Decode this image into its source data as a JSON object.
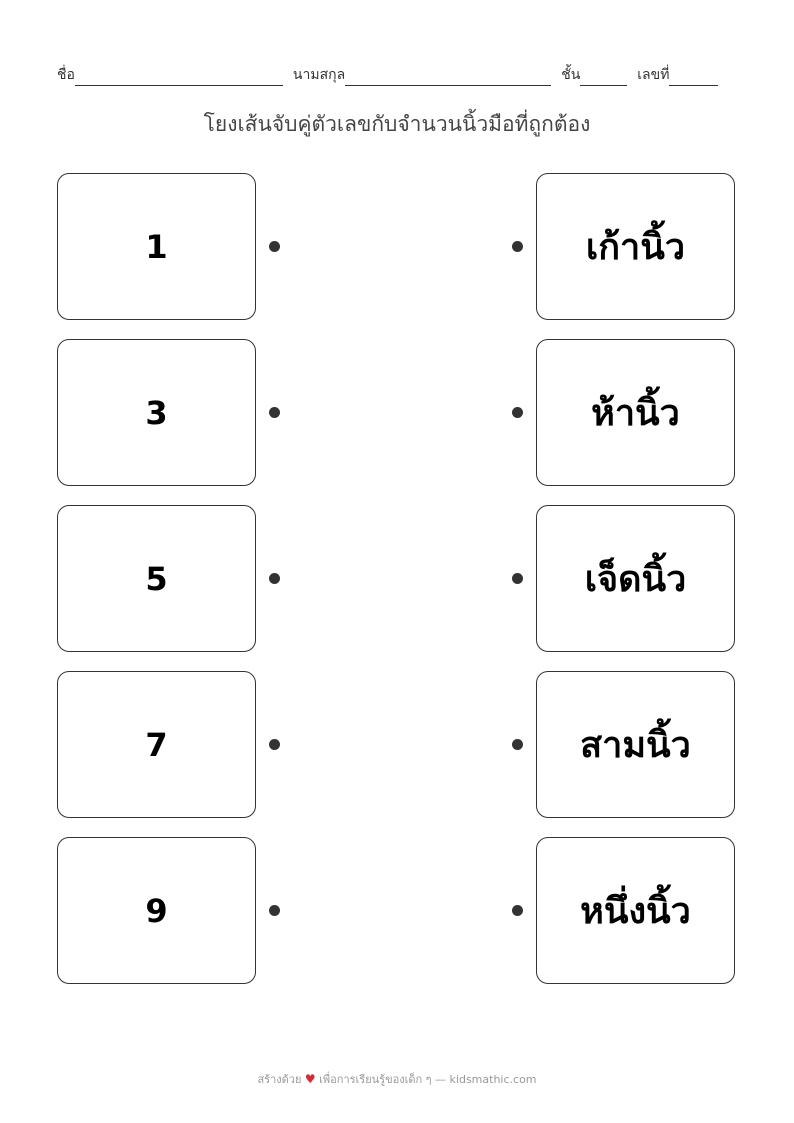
{
  "header": {
    "name_label": "ชื่อ",
    "surname_label": "นามสกุล",
    "class_label": "ชั้น",
    "number_label": "เลขที่"
  },
  "title": "โยงเส้นจับคู่ตัวเลขกับจำนวนนิ้วมือที่ถูกต้อง",
  "left_items": [
    "1",
    "3",
    "5",
    "7",
    "9"
  ],
  "right_items": [
    "เก้านิ้ว",
    "ห้านิ้ว",
    "เจ็ดนิ้ว",
    "สามนิ้ว",
    "หนึ่งนิ้ว"
  ],
  "footer": {
    "made_with": "สร้างด้วย",
    "heart_icon": "♥",
    "purpose": "เพื่อการเรียนรู้ของเด็ก ๆ — kidsmathic.com"
  }
}
